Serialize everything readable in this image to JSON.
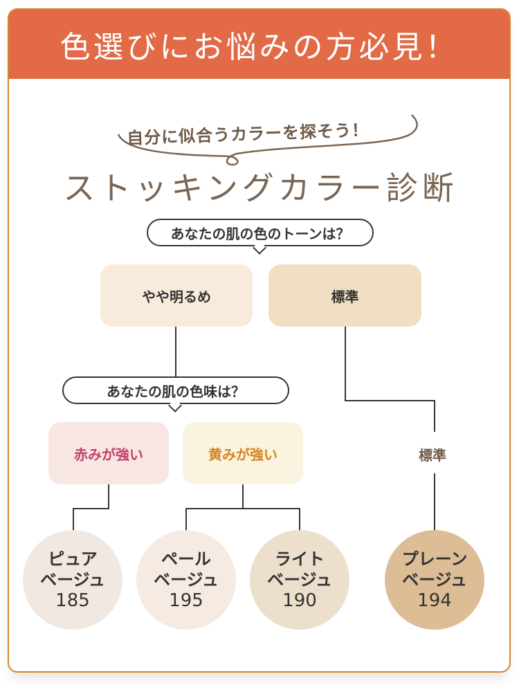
{
  "banner": {
    "title": "色選びにお悩みの方必見！",
    "color": "#e26a46"
  },
  "header": {
    "subtitle": "自分に似合うカラーを探そう！",
    "title": "ストッキングカラー診断"
  },
  "questions": {
    "tone": "あなたの肌の色のトーンは？",
    "hue": "あなたの肌の色味は？"
  },
  "tone_options": [
    {
      "label": "やや明るめ",
      "color": "#f9ebdb"
    },
    {
      "label": "標準",
      "color": "#f1dfc4"
    }
  ],
  "hue_options": [
    {
      "label": "赤みが強い",
      "color": "#f8e6e2",
      "text_color": "#c0416b"
    },
    {
      "label": "黄みが強い",
      "color": "#f9f3df",
      "text_color": "#d9821f"
    }
  ],
  "standard_label": "標準",
  "results": [
    {
      "line1": "ピュア",
      "line2": "ベージュ",
      "number": "185",
      "color": "#f1e9e1"
    },
    {
      "line1": "ペール",
      "line2": "ベージュ",
      "number": "195",
      "color": "#f6ebe3"
    },
    {
      "line1": "ライト",
      "line2": "ベージュ",
      "number": "190",
      "color": "#ecdfcb"
    },
    {
      "line1": "プレーン",
      "line2": "ベージュ",
      "number": "194",
      "color": "#dcbd96"
    }
  ]
}
